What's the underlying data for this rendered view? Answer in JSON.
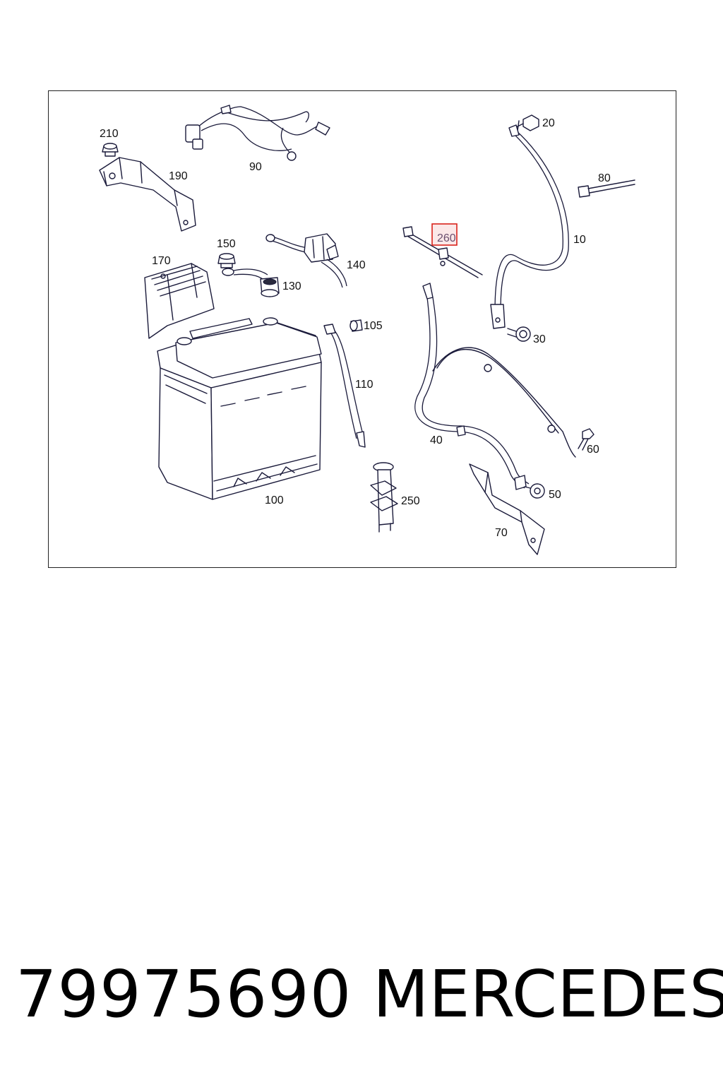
{
  "diagram": {
    "callouts": [
      "210",
      "90",
      "20",
      "190",
      "80",
      "150",
      "260",
      "10",
      "140",
      "170",
      "130",
      "105",
      "30",
      "110",
      "40",
      "60",
      "250",
      "50",
      "100",
      "70"
    ],
    "highlighted": "260",
    "highlight_color": "#d9221c"
  },
  "footer": {
    "part_number": "79975690",
    "brand": "MERCEDES"
  }
}
